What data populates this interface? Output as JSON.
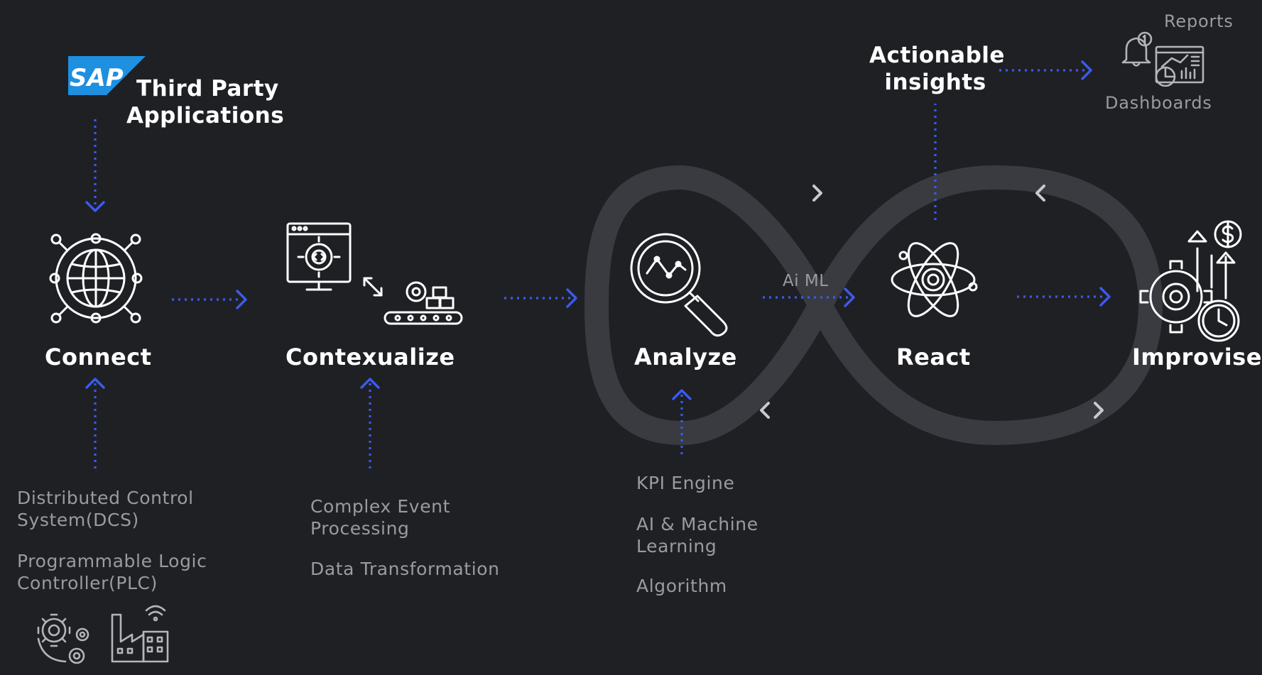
{
  "sources": {
    "sap_logo": "SAP",
    "third_party": [
      "Third Party",
      "Applications"
    ],
    "control_systems": [
      [
        "Distributed Control",
        "System(DCS)"
      ],
      [
        "Programmable Logic",
        "Controller(PLC)"
      ]
    ]
  },
  "stages": {
    "connect": "Connect",
    "contextualize": "Contexualize",
    "analyze": "Analyze",
    "react": "React",
    "improvise": "Improvise"
  },
  "contextualize_inputs": [
    [
      "Complex Event",
      "Processing"
    ],
    [
      "Data Transformation"
    ]
  ],
  "analyze_inputs": [
    [
      "KPI Engine"
    ],
    [
      "AI & Machine",
      "Learning"
    ],
    [
      "Algorithm"
    ]
  ],
  "edge_labels": {
    "analyze_to_react": "Ai ML"
  },
  "insights": {
    "title": [
      "Actionable",
      "insights"
    ],
    "reports": "Reports",
    "dashboards": "Dashboards"
  },
  "icons": {
    "connect": "globe-network-icon",
    "contextualize": "code-monitor-conveyor-icon",
    "analyze": "magnifier-chart-icon",
    "react": "atom-icon",
    "improvise": "gear-growth-clock-icon",
    "dashboards": "bell-dashboard-icon",
    "sources": [
      "gears-icon",
      "factory-wifi-icon"
    ]
  },
  "colors": {
    "background": "#1f2024",
    "flow_arrows": "#3a5bf0",
    "loop": "#3a3b40",
    "text_primary": "#ffffff",
    "text_secondary": "#9a9ba0"
  }
}
